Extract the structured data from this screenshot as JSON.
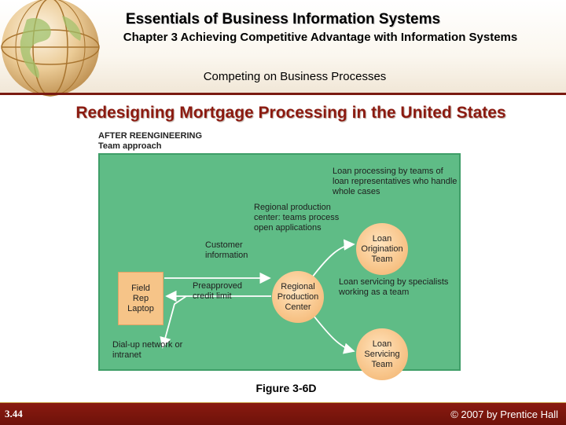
{
  "header": {
    "book_title": "Essentials of Business Information Systems",
    "chapter": "Chapter 3 Achieving Competitive Advantage with Information Systems",
    "section": "Competing on Business Processes"
  },
  "slide_title": "Redesigning Mortgage Processing in the United States",
  "figure": {
    "heading_1": "AFTER REENGINEERING",
    "heading_2": "Team approach",
    "field_rep": "Field Rep Laptop",
    "regional_center": "Regional Production Center",
    "origination_team": "Loan Origination Team",
    "servicing_team": "Loan Servicing Team",
    "customer_info": "Customer information",
    "preapproved": "Preapproved credit limit",
    "dialup": "Dial-up network or intranet",
    "note_processing": "Loan processing by teams of loan representatives who handle whole cases",
    "note_regional": "Regional production center: teams process open applications",
    "note_servicing": "Loan servicing by specialists working as a team",
    "caption": "Figure 3-6D"
  },
  "footer": {
    "slide_number": "3.44",
    "copyright": "© 2007 by Prentice Hall"
  },
  "colors": {
    "brand_red": "#8b1a10",
    "diagram_green": "#5fbc86",
    "node_orange": "#f6c488"
  },
  "icons": {
    "logo": "globe-icon"
  }
}
